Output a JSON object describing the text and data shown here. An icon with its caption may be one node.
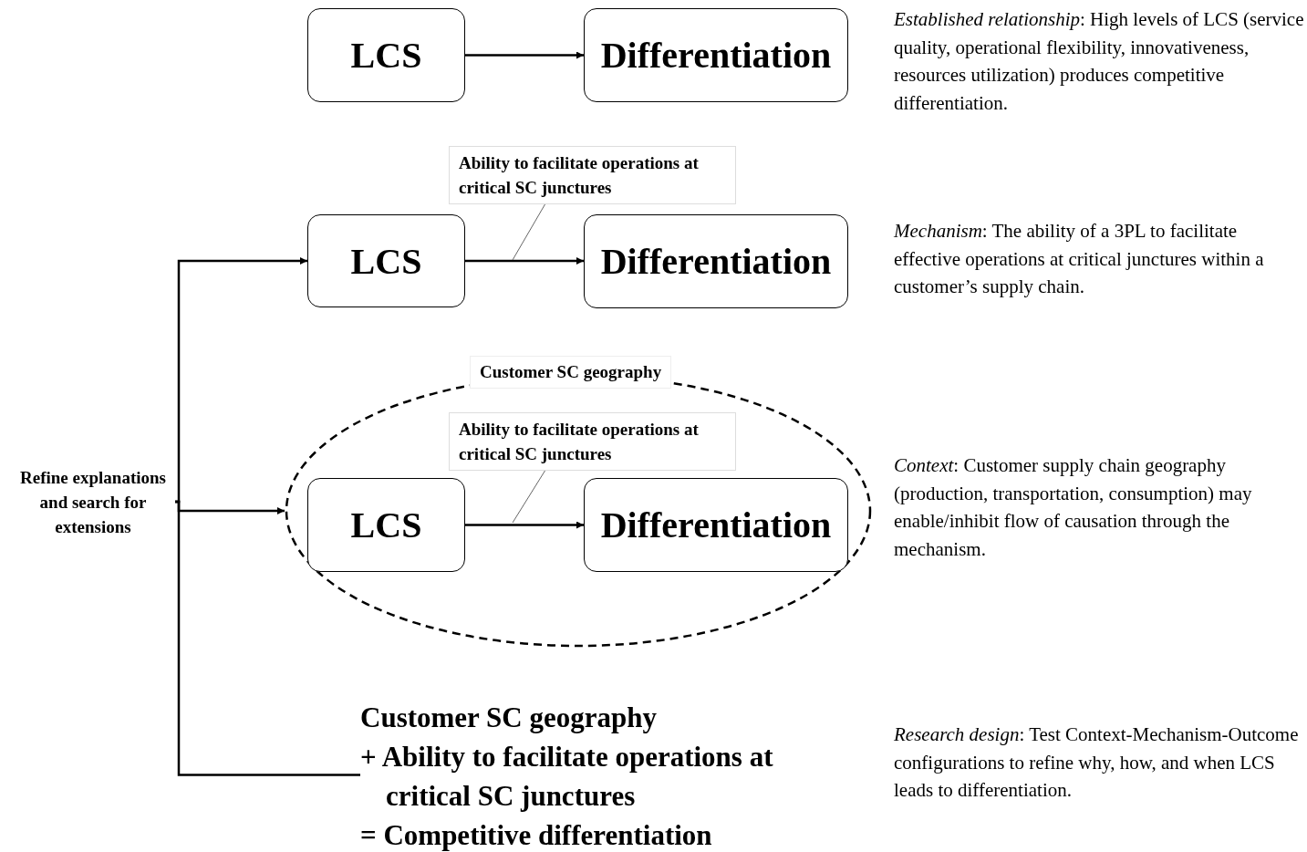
{
  "diagram": {
    "nodes": [
      {
        "text": [
          "LCS"
        ]
      },
      {
        "text": [
          "Differentiation"
        ]
      },
      {
        "text": [
          "Ability to facilitate operations at critical SC junctures"
        ]
      },
      {
        "text": [
          "LCS"
        ]
      },
      {
        "text": [
          "Differentiation"
        ]
      },
      {
        "text": [
          "Customer SC geography"
        ]
      },
      {
        "text": [
          "Ability to facilitate operations at critical SC junctures"
        ],
        "in": 5
      },
      {
        "text": [
          "LCS"
        ],
        "in": 5
      },
      {
        "text": [
          "Differentiation"
        ],
        "in": 5
      },
      {
        "text": [
          "Refine explanations and search for extensions"
        ]
      },
      {
        "text": [
          "Customer SC geography",
          "+ Ability to facilitate operations at critical SC junctures",
          "= Competitive differentiation"
        ]
      }
    ],
    "edges": [
      {
        "from": 0,
        "to": 1,
        "arrow": "to"
      },
      {
        "from": 3,
        "to": 4,
        "arrow": "to"
      },
      {
        "from": 2,
        "to": null,
        "arrow": "none",
        "color": "#666666"
      },
      {
        "from": 7,
        "to": 8,
        "arrow": "to"
      },
      {
        "from": 6,
        "to": null,
        "arrow": "none",
        "color": "#666666"
      },
      {
        "from": 9,
        "to": 3,
        "arrow": "to"
      },
      {
        "from": 9,
        "to": 5,
        "arrow": "to"
      },
      {
        "from": 9,
        "to": 10,
        "arrow": "none"
      }
    ],
    "labels": [
      "*Established relationship*: High levels of LCS (service quality, operational flexibility, innovativeness, resources utilization) produces competitive differentiation.",
      "*Mechanism*: The ability of a 3PL to facilitate effective operations at critical junctures within a customer’s supply chain.",
      "*Context*: Customer supply chain geography (production, transportation, consumption) may enable/inhibit flow of causation through the mechanism.",
      "*Research design*: Test Context-Mechanism-Outcome configurations to refine why, how, and when LCS leads to differentiation."
    ]
  }
}
